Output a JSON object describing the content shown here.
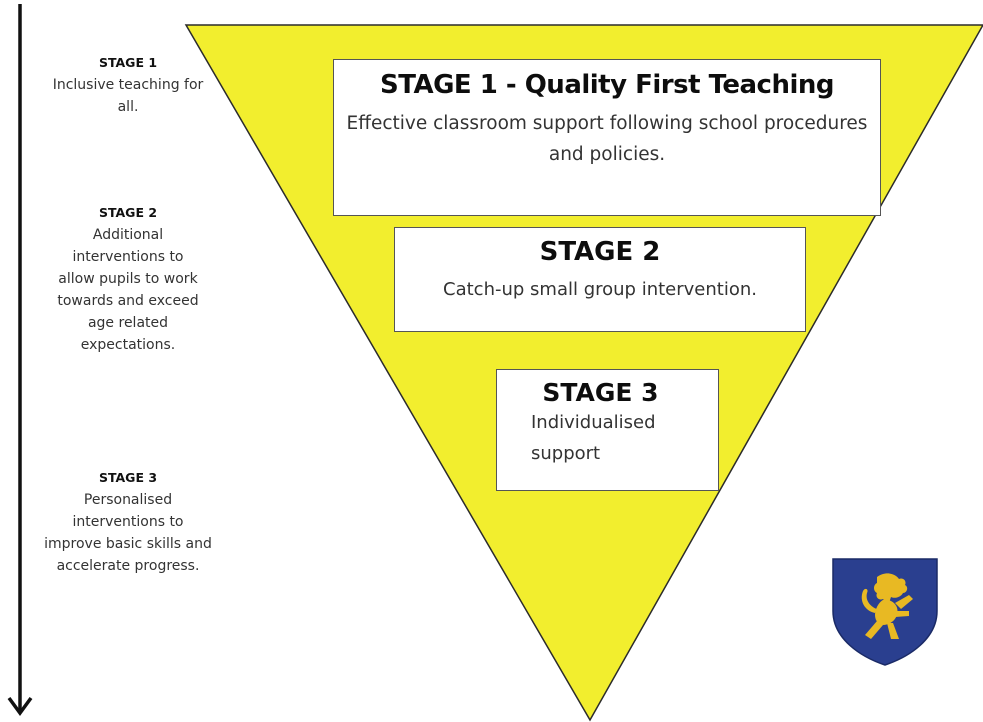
{
  "stages": [
    {
      "side_title": "STAGE 1",
      "side_description": "Inclusive teaching for all.",
      "box_title": "STAGE 1 - Quality First Teaching",
      "box_description": "Effective classroom support following school procedures and policies."
    },
    {
      "side_title": "STAGE 2",
      "side_description": "Additional interventions to allow pupils to work towards and exceed age related expectations.",
      "box_title": "STAGE 2",
      "box_description": "Catch-up small group intervention."
    },
    {
      "side_title": "STAGE 3",
      "side_description": "Personalised interventions to improve basic skills and accelerate progress.",
      "box_title": "STAGE 3",
      "box_description": "Individualised support"
    }
  ],
  "colors": {
    "triangle_fill": "#f2ee2e",
    "triangle_stroke": "#2b2b2b",
    "crest_fill": "#2a3f8f",
    "lion_fill": "#e8b923"
  },
  "icons": {
    "arrow": "down-arrow-icon",
    "crest": "school-crest-icon"
  }
}
